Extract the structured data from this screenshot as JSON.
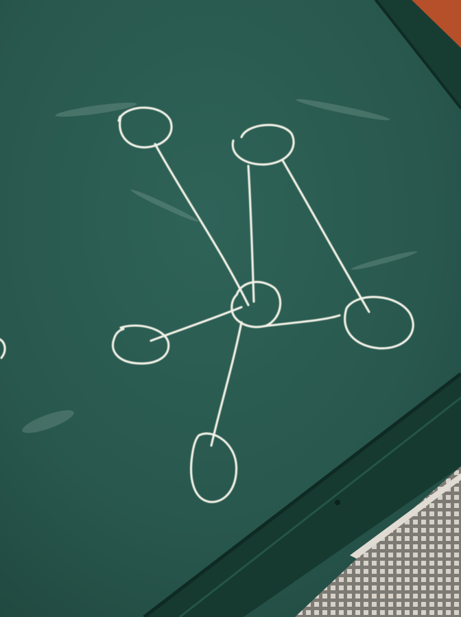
{
  "scene": {
    "subject": "chalkboard",
    "colors": {
      "board": "#2a5a50",
      "board_dark": "#1f4840",
      "chalk": "#f2f1e6",
      "frame": "#163a2f",
      "frame_edge": "#0e2a22",
      "wall": "#b5502a",
      "vent": "#c9c4bc"
    }
  },
  "graph": {
    "node_count": 6,
    "edge_count": 5,
    "nodes": [
      {
        "id": "center",
        "name": "center-node"
      },
      {
        "id": "top-left",
        "name": "top-left-node"
      },
      {
        "id": "top-middle",
        "name": "top-middle-node"
      },
      {
        "id": "right",
        "name": "right-node"
      },
      {
        "id": "left",
        "name": "left-node"
      },
      {
        "id": "bottom",
        "name": "bottom-node"
      }
    ],
    "edges": [
      {
        "from": "center",
        "to": "top-left"
      },
      {
        "from": "center",
        "to": "top-middle"
      },
      {
        "from": "center",
        "to": "right"
      },
      {
        "from": "center",
        "to": "left"
      },
      {
        "from": "center",
        "to": "bottom"
      }
    ]
  }
}
